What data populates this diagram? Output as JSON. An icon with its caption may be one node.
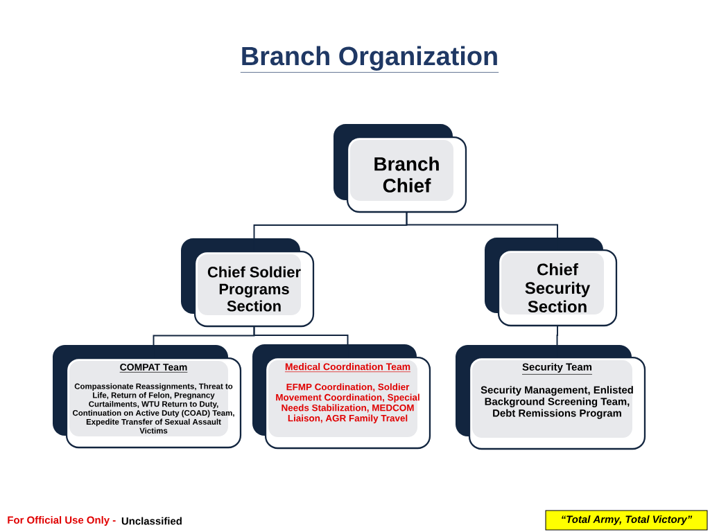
{
  "diagram": {
    "title": "Branch Organization",
    "nodes": [
      {
        "text": [
          "Branch Chief"
        ]
      },
      {
        "text": [
          "Chief Soldier Programs Section"
        ]
      },
      {
        "text": [
          "Chief Security Section"
        ]
      },
      {
        "text": [
          "COMPAT Team",
          "Compassionate Reassignments, Threat to Life, Return of Felon, Pregnancy Curtailments, WTU Return to Duty, Continuation on Active Duty (COAD) Team, Expedite Transfer of Sexual Assault Victims"
        ]
      },
      {
        "text": [
          "Medical Coordination Team",
          "EFMP Coordination, Soldier Movement Coordination, Special Needs Stabilization, MEDCOM Liaison, AGR Family Travel"
        ]
      },
      {
        "text": [
          "Security Team",
          "Security Management, Enlisted Background Screening Team, Debt Remissions Program"
        ]
      }
    ],
    "edges": [
      {
        "from": 0,
        "to": 1,
        "arrow": "none"
      },
      {
        "from": 0,
        "to": 2,
        "arrow": "none"
      },
      {
        "from": 1,
        "to": 3,
        "arrow": "none"
      },
      {
        "from": 1,
        "to": 4,
        "arrow": "none"
      },
      {
        "from": 2,
        "to": 5,
        "arrow": "none"
      }
    ],
    "labels": [
      "For Official Use Only -",
      "Unclassified",
      "“Total Army, Total Victory”"
    ]
  }
}
